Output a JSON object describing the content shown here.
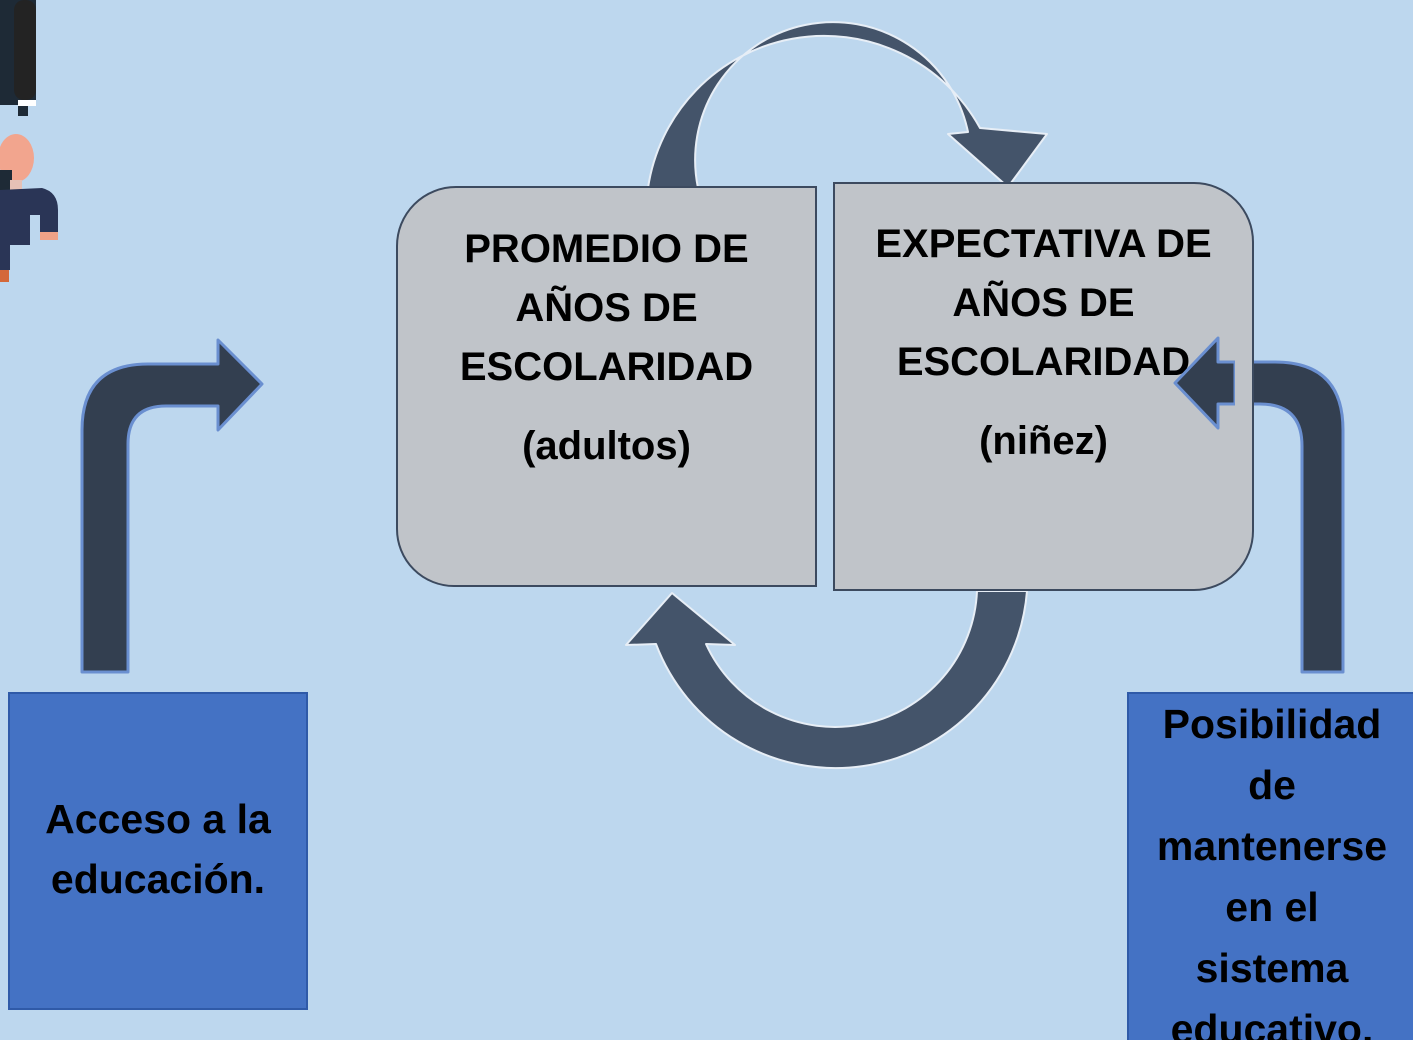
{
  "colors": {
    "background": "#bdd7ee",
    "card_fill": "#c0c4c9",
    "card_border": "#3c4a5f",
    "cycle_arrow": "#44546a",
    "side_arrow": "#333f50",
    "side_box": "#4472c4"
  },
  "cards": {
    "adults": {
      "title": "PROMEDIO DE\nAÑOS DE\nESCOLARIDAD",
      "subtitle": "(adultos)"
    },
    "children": {
      "title": "EXPECTATIVA DE\nAÑOS DE\nESCOLARIDAD",
      "subtitle": "(niñez)"
    }
  },
  "side_boxes": {
    "access": "Acceso a la\neducación.",
    "keep": "Posibilidad\nde\nmantenerse\nen el\nsistema\neducativo."
  },
  "icons": [
    "person-figure-icon",
    "cycle-arrow-top-icon",
    "cycle-arrow-bottom-icon",
    "bent-arrow-left-icon",
    "bent-arrow-right-icon"
  ]
}
